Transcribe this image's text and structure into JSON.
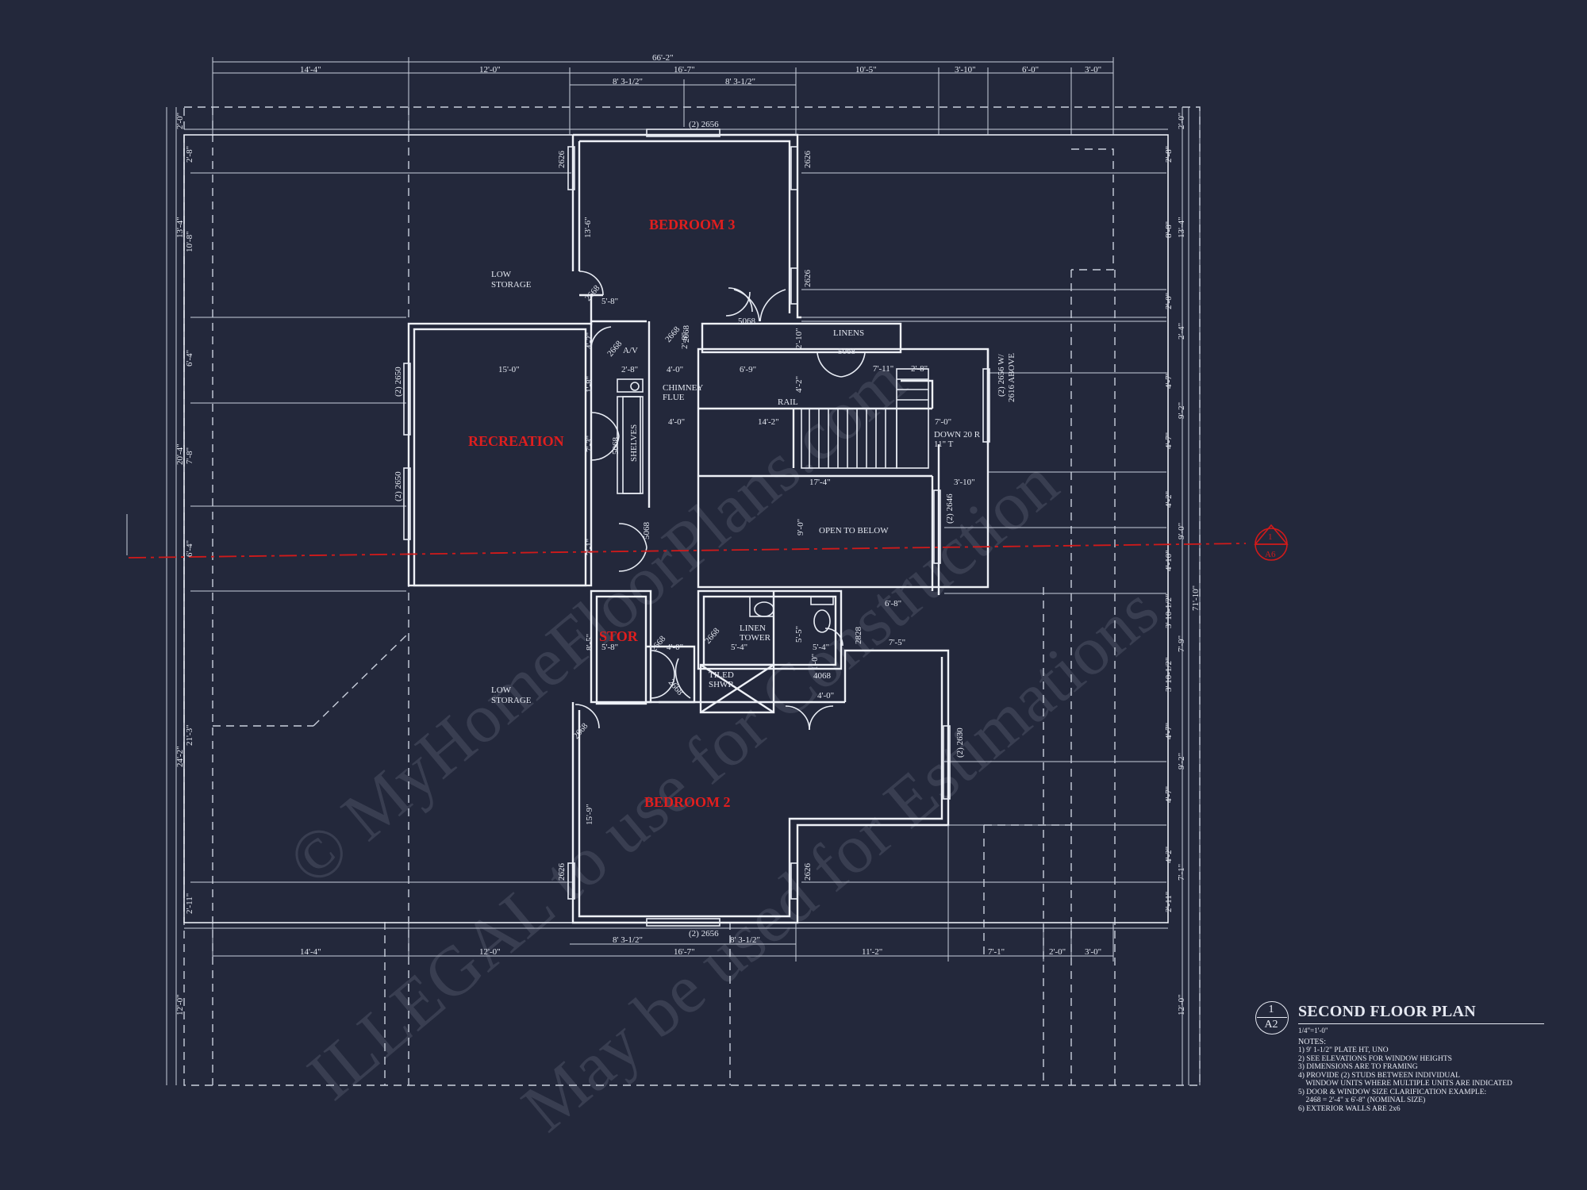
{
  "plan": {
    "rooms": {
      "bedroom3": "BEDROOM 3",
      "bedroom2": "BEDROOM 2",
      "recreation": "RECREATION",
      "stor": "STOR"
    },
    "labels": {
      "low_storage_1a": "LOW",
      "low_storage_1b": "STORAGE",
      "low_storage_2a": "LOW",
      "low_storage_2b": "STORAGE",
      "av": "A/V",
      "linens": "LINENS",
      "chimney_a": "CHIMNEY",
      "chimney_b": "FLUE",
      "rail": "RAIL",
      "down_a": "DOWN 20 R",
      "down_b": "11\" T",
      "shelves": "SHELVES",
      "open_below": "OPEN TO BELOW",
      "linen_tower_a": "LINEN",
      "linen_tower_b": "TOWER",
      "tiled_a": "TILED",
      "tiled_b": "SHWR",
      "window_above_a": "(2) 2656 W/",
      "window_above_b": "2616 ABOVE"
    },
    "windows": {
      "top": "(2) 2656",
      "bottom": "(2) 2656",
      "w2626_a": "2626",
      "w2626_b": "2626",
      "w2626_c": "2626",
      "w2626_d": "2626",
      "w2626_e": "2626",
      "rec_a": "(2) 2650",
      "rec_b": "(2) 2650",
      "open": "(2) 2646",
      "bed2": "(2) 2630"
    },
    "doors": {
      "d5068_a": "5068",
      "d5068_b": "5068",
      "d5068_c": "5068",
      "d5068_d": "5068",
      "d2668_a": "2668",
      "d2668_b": "2668",
      "d2668_c": "2668",
      "d2668_d": "2668",
      "d2668_e": "2668",
      "d2668_f": "2668",
      "d2668_g": "2668",
      "d2068": "2068",
      "d2828": "2828",
      "d4068": "4068"
    },
    "dims_top": {
      "overall": "66'-2\"",
      "a": "14'-4\"",
      "b": "12'-0\"",
      "c": "16'-7\"",
      "d": "10'-5\"",
      "e": "3'-10\"",
      "f": "6'-0\"",
      "g": "3'-0\"",
      "c1": "8' 3-1/2\"",
      "c2": "8' 3-1/2\""
    },
    "dims_bottom": {
      "a": "14'-4\"",
      "b": "12'-0\"",
      "c": "16'-7\"",
      "d": "11'-2\"",
      "e": "7'-1\"",
      "f": "2'-0\"",
      "g": "3'-0\"",
      "c1": "8' 3-1/2\"",
      "c2": "8' 3-1/2\""
    },
    "dims_left": {
      "a": "2'-0\"",
      "b": "2'-8\"",
      "c": "13'-4\"",
      "d": "10'-8\"",
      "e": "6'-4\"",
      "f": "20'-4\"",
      "g": "7'-8\"",
      "h": "6'-4\"",
      "i": "24'-2\"",
      "j": "21'-3\"",
      "k": "2'-11\"",
      "l": "12'-0\""
    },
    "dims_right": {
      "a": "2'-0\"",
      "b": "2'-8\"",
      "c": "13'-4\"",
      "d": "8'-8\"",
      "e": "2'-0\"",
      "f": "2'-4\"",
      "g": "4'-7\"",
      "h": "9'-2\"",
      "i": "4'-7\"",
      "j": "4'-2\"",
      "k": "9'-0\"",
      "l": "4'-10\"",
      "m": "3' 10-1/2\"",
      "n": "7'-9\"",
      "o": "3' 10-1/2\"",
      "p": "4'-7\"",
      "q": "9'-2\"",
      "r": "4'-7\"",
      "s": "4'-2\"",
      "t": "7'-1\"",
      "u": "2'-11\"",
      "overall": "71'-10\"",
      "v": "12'-0\""
    },
    "dims_inner": {
      "a": "13'-6\"",
      "b": "5'-8\"",
      "c": "4'-2\"",
      "d": "2'-8\"",
      "e": "4'-0\"",
      "f": "6'-9\"",
      "g": "15'-0\"",
      "h": "2'-8\"",
      "i": "2'-10\"",
      "j": "7'-11\"",
      "k": "2'-8\"",
      "l": "1'-8\"",
      "m": "4'-2\"",
      "n": "4'-0\"",
      "o": "14'-2\"",
      "p": "7'-0\"",
      "q": "3'-10\"",
      "r": "17'-4\"",
      "s": "9'-0\"",
      "t": "7'-3\"",
      "u": "7'-1\"",
      "v": "6'-8\"",
      "w": "5'-5\"",
      "x": "5'-4\"",
      "y": "5'-4\"",
      "z": "1'-0\"",
      "aa": "7'-5\"",
      "ab": "8'-5\"",
      "ac": "5'-8\"",
      "ad": "4'-0\"",
      "ae": "15'-9\"",
      "af": "4'-0\""
    },
    "section_marker": {
      "num": "1",
      "sheet": "A6"
    }
  },
  "watermark": {
    "line1": "© MyHomeFloorPlans.com",
    "line2": "ILLEGAL to use for Construction",
    "line3": "May be used for Estimations"
  },
  "title_block": {
    "detail_number": "1",
    "sheet": "A2",
    "title": "SECOND FLOOR PLAN",
    "scale": "1/4\"=1'-0\"",
    "notes_heading": "NOTES:",
    "notes": [
      "1) 9' 1-1/2\" PLATE HT, UNO",
      "2) SEE ELEVATIONS FOR WINDOW HEIGHTS",
      "3) DIMENSIONS ARE TO FRAMING",
      "4) PROVIDE (2) STUDS BETWEEN INDIVIDUAL",
      "    WINDOW UNITS WHERE MULTIPLE UNITS ARE INDICATED",
      "5) DOOR & WINDOW SIZE CLARIFICATION EXAMPLE:",
      "    2468 = 2'-4\" x 6'-8\" (NOMINAL SIZE)",
      "6) EXTERIOR WALLS ARE 2x6"
    ]
  },
  "colors": {
    "background": "#23283b",
    "linework": "#e8ecf4",
    "room_labels": "#e01e1e",
    "section_line": "#d11a1a"
  }
}
